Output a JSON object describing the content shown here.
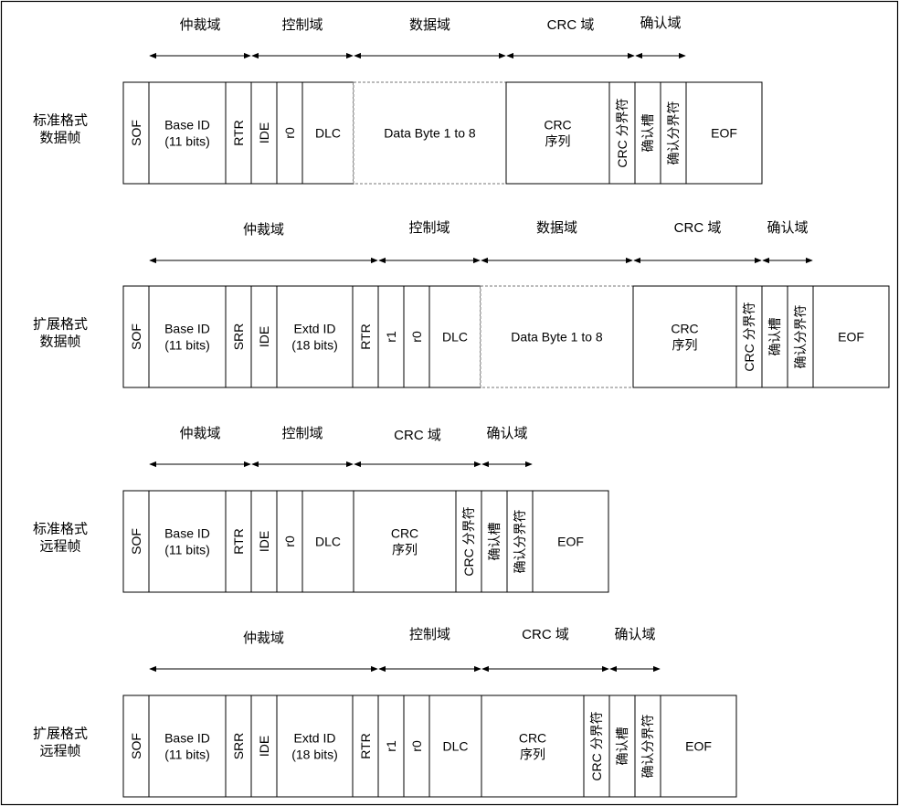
{
  "frames": [
    {
      "name": "标准格式数据帧",
      "label_lines": [
        "标准格式",
        "数据帧"
      ],
      "fields": [
        {
          "text": "SOF",
          "vertical": true
        },
        {
          "text": "Base ID\n(11 bits)"
        },
        {
          "text": "RTR",
          "vertical": true
        },
        {
          "text": "IDE",
          "vertical": true
        },
        {
          "text": "r0",
          "vertical": true
        },
        {
          "text": "DLC"
        },
        {
          "text": "Data Byte 1 to 8",
          "dashed": true
        },
        {
          "text": "CRC\n序列"
        },
        {
          "text": "CRC 分界符",
          "vertical": true
        },
        {
          "text": "确认槽",
          "vertical": true
        },
        {
          "text": "确认分界符",
          "vertical": true
        },
        {
          "text": "EOF"
        }
      ],
      "spans": [
        {
          "label": "仲裁域"
        },
        {
          "label": "控制域"
        },
        {
          "label": "数据域"
        },
        {
          "label": "CRC  域"
        },
        {
          "label": "确认域"
        }
      ]
    },
    {
      "name": "扩展格式数据帧",
      "label_lines": [
        "扩展格式",
        "数据帧"
      ],
      "fields": [
        {
          "text": "SOF",
          "vertical": true
        },
        {
          "text": "Base ID\n(11 bits)"
        },
        {
          "text": "SRR",
          "vertical": true
        },
        {
          "text": "IDE",
          "vertical": true
        },
        {
          "text": "Extd ID\n(18 bits)"
        },
        {
          "text": "RTR",
          "vertical": true
        },
        {
          "text": "r1",
          "vertical": true
        },
        {
          "text": "r0",
          "vertical": true
        },
        {
          "text": "DLC"
        },
        {
          "text": "Data Byte 1 to 8",
          "dashed": true
        },
        {
          "text": "CRC\n序列"
        },
        {
          "text": "CRC 分界符",
          "vertical": true
        },
        {
          "text": "确认槽",
          "vertical": true
        },
        {
          "text": "确认分界符",
          "vertical": true
        },
        {
          "text": "EOF"
        }
      ],
      "spans": [
        {
          "label": "仲裁域"
        },
        {
          "label": "控制域"
        },
        {
          "label": "数据域"
        },
        {
          "label": "CRC  域"
        },
        {
          "label": "确认域"
        }
      ]
    },
    {
      "name": "标准格式远程帧",
      "label_lines": [
        "标准格式",
        "远程帧"
      ],
      "fields": [
        {
          "text": "SOF",
          "vertical": true
        },
        {
          "text": "Base ID\n(11 bits)"
        },
        {
          "text": "RTR",
          "vertical": true
        },
        {
          "text": "IDE",
          "vertical": true
        },
        {
          "text": "r0",
          "vertical": true
        },
        {
          "text": "DLC"
        },
        {
          "text": "CRC\n序列"
        },
        {
          "text": "CRC 分界符",
          "vertical": true
        },
        {
          "text": "确认槽",
          "vertical": true
        },
        {
          "text": "确认分界符",
          "vertical": true
        },
        {
          "text": "EOF"
        }
      ],
      "spans": [
        {
          "label": "仲裁域"
        },
        {
          "label": "控制域"
        },
        {
          "label": "CRC  域"
        },
        {
          "label": "确认域"
        }
      ]
    },
    {
      "name": "扩展格式远程帧",
      "label_lines": [
        "扩展格式",
        "远程帧"
      ],
      "fields": [
        {
          "text": "SOF",
          "vertical": true
        },
        {
          "text": "Base ID\n(11 bits)"
        },
        {
          "text": "SRR",
          "vertical": true
        },
        {
          "text": "IDE",
          "vertical": true
        },
        {
          "text": "Extd ID\n(18 bits)"
        },
        {
          "text": "RTR",
          "vertical": true
        },
        {
          "text": "r1",
          "vertical": true
        },
        {
          "text": "r0",
          "vertical": true
        },
        {
          "text": "DLC"
        },
        {
          "text": "CRC\n序列"
        },
        {
          "text": "CRC 分界符",
          "vertical": true
        },
        {
          "text": "确认槽",
          "vertical": true
        },
        {
          "text": "确认分界符",
          "vertical": true
        },
        {
          "text": "EOF"
        }
      ],
      "spans": [
        {
          "label": "仲裁域"
        },
        {
          "label": "控制域"
        },
        {
          "label": "CRC  域"
        },
        {
          "label": "确认域"
        }
      ]
    }
  ]
}
